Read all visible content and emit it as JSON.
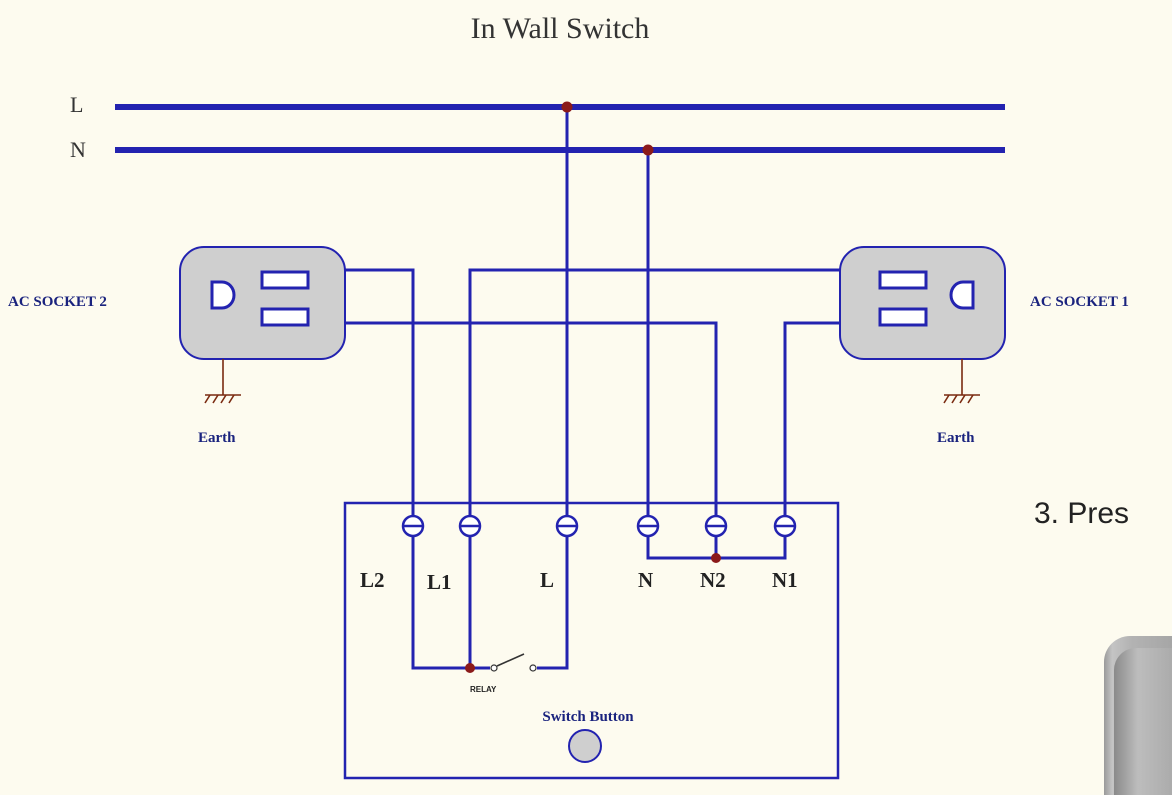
{
  "diagram": {
    "title": "In Wall Switch",
    "rails": {
      "live": "L",
      "neutral": "N"
    },
    "sockets": {
      "left": {
        "label": "AC SOCKET 2",
        "earth": "Earth"
      },
      "right": {
        "label": "AC SOCKET 1",
        "earth": "Earth"
      }
    },
    "terminals": [
      "L2",
      "L1",
      "L",
      "N",
      "N2",
      "N1"
    ],
    "relay": "RELAY",
    "switch_button": "Switch Button"
  },
  "caption": "3. Pres",
  "colors": {
    "wire": "#2323b0",
    "junction": "#8b1a1a",
    "socket_fill": "#cfcfcf",
    "background": "#fdfbef"
  }
}
